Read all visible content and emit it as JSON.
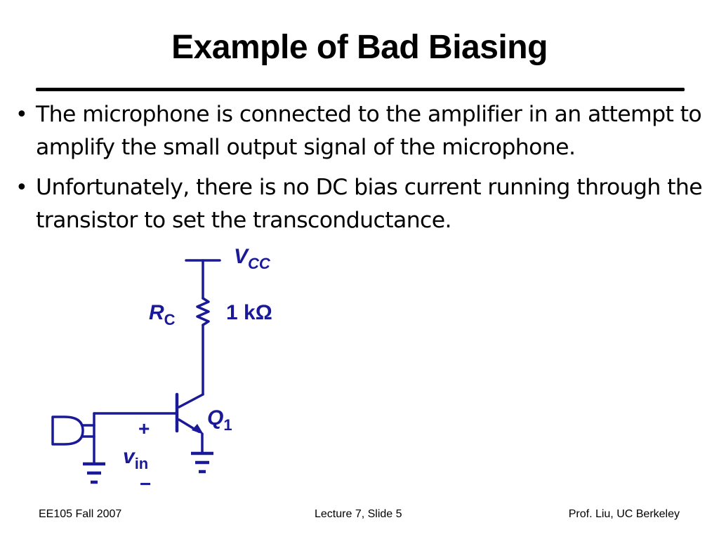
{
  "slide": {
    "title": "Example of Bad Biasing",
    "bullets": [
      "The microphone is connected to the amplifier in an attempt to amplify the small output signal of the microphone.",
      "Unfortunately, there is no DC bias current running through the transistor to set the transconductance."
    ],
    "bullet_symbol": "•"
  },
  "circuit": {
    "supply_main": "V",
    "supply_sub": "CC",
    "resistor_main": "R",
    "resistor_sub": "C",
    "resistor_value": "1 kΩ",
    "transistor_main": "Q",
    "transistor_sub": "1",
    "plus_sign": "+",
    "minus_sign": "−",
    "vin_main": "v",
    "vin_sub": "in",
    "wire_color": "#1a1a99"
  },
  "footer": {
    "left": "EE105 Fall 2007",
    "center": "Lecture 7, Slide 5",
    "right": "Prof. Liu, UC Berkeley"
  }
}
